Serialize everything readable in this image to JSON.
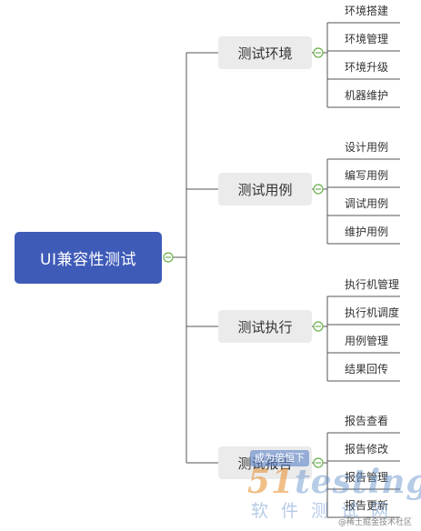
{
  "mindmap": {
    "root": "UI兼容性测试",
    "branches": [
      {
        "label": "测试环境",
        "leaves": [
          "环境搭建",
          "环境管理",
          "环境升级",
          "机器维护"
        ]
      },
      {
        "label": "测试用例",
        "leaves": [
          "设计用例",
          "编写用例",
          "调试用例",
          "维护用例"
        ]
      },
      {
        "label": "测试执行",
        "leaves": [
          "执行机管理",
          "执行机调度",
          "用例管理",
          "结果回传"
        ]
      },
      {
        "label": "测试报告",
        "leaves": [
          "报告查看",
          "报告修改",
          "报告管理",
          "报告更新"
        ]
      }
    ],
    "colors": {
      "root_fill": "#3f5bb8",
      "branch_fill": "#ebebeb",
      "line": "#555555",
      "collapse_toggle": "#6ab04c"
    }
  },
  "watermark": {
    "badge": "成为倍恒下",
    "logo_number": "51",
    "logo_text": "testing",
    "chinese": "软件测试网",
    "credit": "@稀土掘金技术社区"
  }
}
